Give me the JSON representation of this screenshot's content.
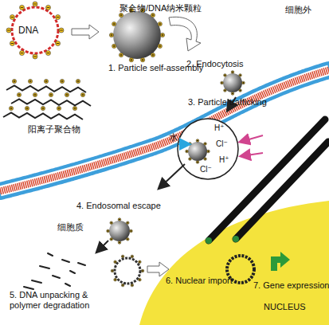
{
  "diagram": {
    "nodes": [
      {
        "text": [
          "DNA"
        ]
      },
      {
        "text": [
          "H⁺",
          "Cl⁻",
          "H⁺",
          "Cl⁻"
        ]
      },
      {
        "text": [
          "NUCLEUS"
        ]
      }
    ],
    "labels": [
      "聚合物/DNA纳米颗粒",
      "细胞外",
      "1. Particle self-assembly",
      "2. Endocytosis",
      "阳离子聚合物",
      "3. Particle trafficking",
      "水",
      "4. Endosomal escape",
      "细胞质",
      "5. DNA unpacking & polymer degradation",
      "6. Nuclear import",
      "7. Gene expression"
    ]
  }
}
